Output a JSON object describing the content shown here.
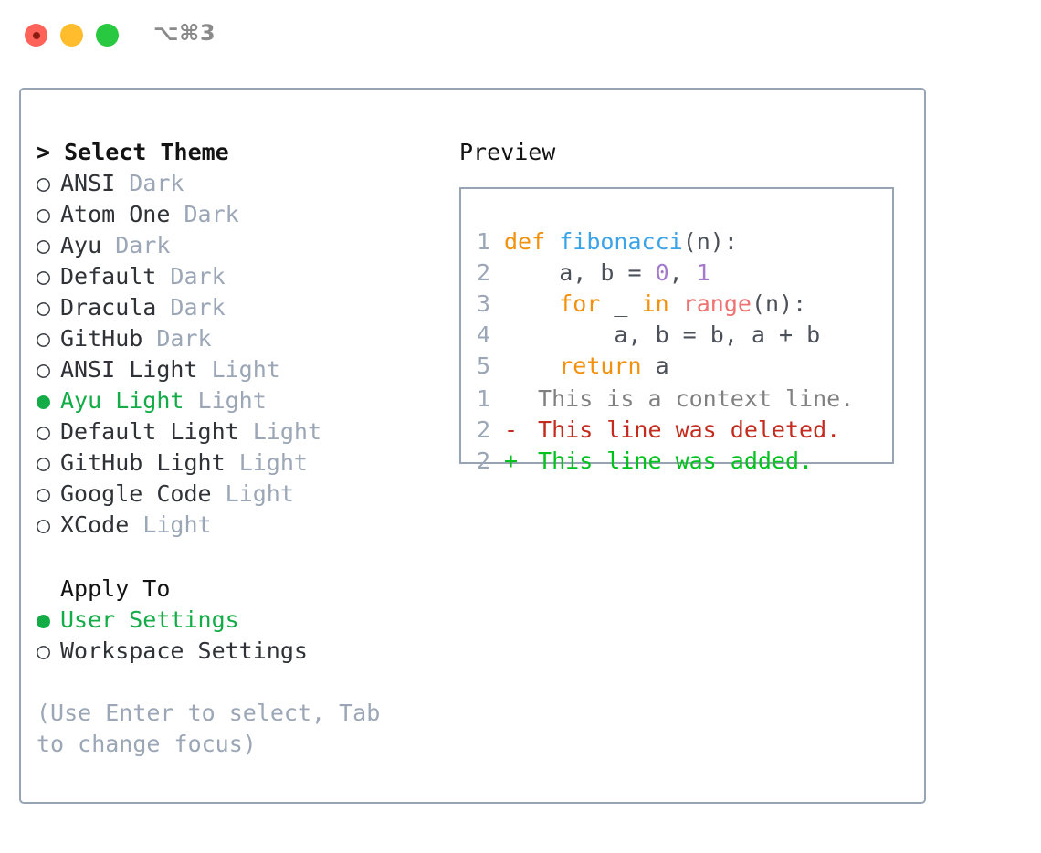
{
  "titlebar": {
    "shortcut": "⌥⌘3",
    "buttons": {
      "close": "close-window",
      "minimize": "minimize-window",
      "maximize": "maximize-window"
    }
  },
  "theme_list": {
    "header": "> Select Theme",
    "items": [
      {
        "marker": "○",
        "label": "ANSI",
        "suffix": "Dark",
        "selected": false
      },
      {
        "marker": "○",
        "label": "Atom One",
        "suffix": "Dark",
        "selected": false
      },
      {
        "marker": "○",
        "label": "Ayu",
        "suffix": "Dark",
        "selected": false
      },
      {
        "marker": "○",
        "label": "Default",
        "suffix": "Dark",
        "selected": false
      },
      {
        "marker": "○",
        "label": "Dracula",
        "suffix": "Dark",
        "selected": false
      },
      {
        "marker": "○",
        "label": "GitHub",
        "suffix": "Dark",
        "selected": false
      },
      {
        "marker": "○",
        "label": "ANSI Light",
        "suffix": "Light",
        "selected": false
      },
      {
        "marker": "●",
        "label": "Ayu Light",
        "suffix": "Light",
        "selected": true
      },
      {
        "marker": "○",
        "label": "Default Light",
        "suffix": "Light",
        "selected": false
      },
      {
        "marker": "○",
        "label": "GitHub Light",
        "suffix": "Light",
        "selected": false
      },
      {
        "marker": "○",
        "label": "Google Code",
        "suffix": "Light",
        "selected": false
      },
      {
        "marker": "○",
        "label": "XCode",
        "suffix": "Light",
        "selected": false
      }
    ]
  },
  "apply_to": {
    "header": "Apply To",
    "items": [
      {
        "marker": "●",
        "label": "User Settings",
        "selected": true
      },
      {
        "marker": "○",
        "label": "Workspace Settings",
        "selected": false
      }
    ]
  },
  "help": {
    "text": "(Use Enter to select, Tab to change focus)"
  },
  "preview": {
    "title": "Preview",
    "code_lines": [
      {
        "number": "1",
        "tokens": [
          {
            "text": "def ",
            "type": "kw"
          },
          {
            "text": "fibonacci",
            "type": "fn"
          },
          {
            "text": "(n):",
            "type": "txt"
          }
        ]
      },
      {
        "number": "2",
        "tokens": [
          {
            "text": "    a, b = ",
            "type": "txt"
          },
          {
            "text": "0",
            "type": "num"
          },
          {
            "text": ", ",
            "type": "txt"
          },
          {
            "text": "1",
            "type": "num"
          }
        ]
      },
      {
        "number": "3",
        "tokens": [
          {
            "text": "    ",
            "type": "txt"
          },
          {
            "text": "for",
            "type": "kw"
          },
          {
            "text": " _ ",
            "type": "txt"
          },
          {
            "text": "in",
            "type": "kw"
          },
          {
            "text": " ",
            "type": "txt"
          },
          {
            "text": "range",
            "type": "call"
          },
          {
            "text": "(n):",
            "type": "txt"
          }
        ]
      },
      {
        "number": "4",
        "tokens": [
          {
            "text": "        a, b = b, a + b",
            "type": "txt"
          }
        ]
      },
      {
        "number": "5",
        "tokens": [
          {
            "text": "    ",
            "type": "txt"
          },
          {
            "text": "return",
            "type": "kw"
          },
          {
            "text": " a",
            "type": "txt"
          }
        ]
      }
    ],
    "diff_lines": [
      {
        "number": "1",
        "sign": " ",
        "text": " This is a context line.",
        "type": "ctx"
      },
      {
        "number": "2",
        "sign": "-",
        "text": " This line was deleted.",
        "type": "del"
      },
      {
        "number": "2",
        "sign": "+",
        "text": " This line was added.",
        "type": "add"
      }
    ]
  },
  "colors": {
    "accent_green": "#14ac47",
    "muted": "#9ba6b6",
    "border": "#98a4b4",
    "keyword": "#f2910d",
    "function": "#3ba3e8",
    "number": "#a37acc",
    "call": "#f07171",
    "diff_delete": "#c32b1e",
    "diff_add": "#00c21c",
    "traffic_close": "#ff6259",
    "traffic_min": "#ffbd2e",
    "traffic_max": "#28c840"
  }
}
